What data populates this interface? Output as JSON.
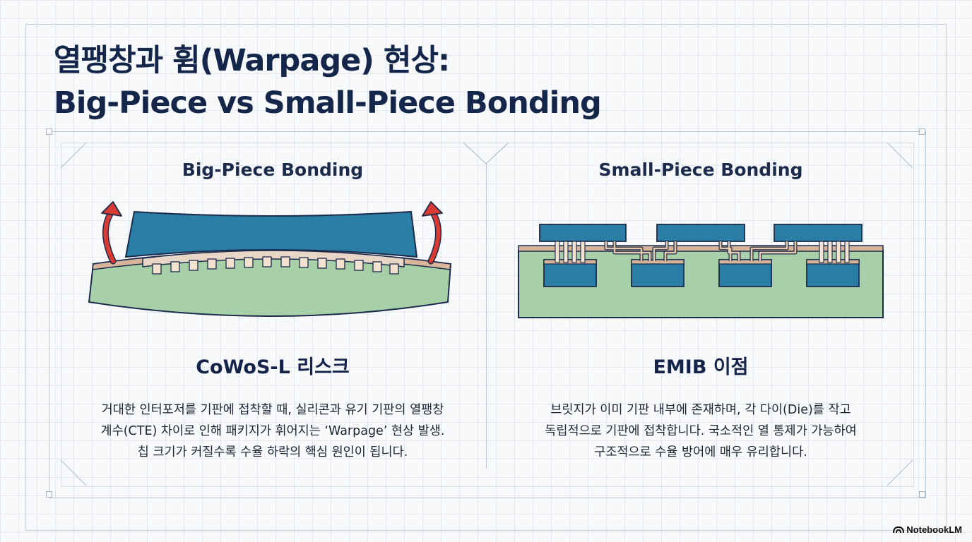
{
  "title": {
    "line1": "열팽창과 휨(Warpage) 현상:",
    "line2": "Big-Piece vs Small-Piece Bonding"
  },
  "left_panel": {
    "heading": "Big-Piece Bonding",
    "subheading": "CoWoS-L 리스크",
    "description_lines": [
      "거대한 인터포저를 기판에 접착할 때, 실리콘과 유기 기판의 열팽창",
      "계수(CTE) 차이로 인해 패키지가 휘어지는 ‘Warpage’ 현상 발생.",
      "칩 크기가 커질수록 수율 하락의 핵심 원인이 됩니다."
    ]
  },
  "right_panel": {
    "heading": "Small-Piece Bonding",
    "subheading": "EMIB 이점",
    "description_lines": [
      "브릿지가 이미 기판 내부에 존재하며, 각 다이(Die)를 작고",
      "독립적으로 기판에 접착합니다. 국소적인 열 통제가 가능하여",
      "구조적으로 수율 방어에 매우 유리합니다."
    ]
  },
  "colors": {
    "die": "#2a7ea6",
    "substrate": "#a7cfa8",
    "copper": "#c99a7a",
    "arrow": "#d93b34",
    "navy": "#1c2b4b"
  },
  "icons": [
    "warp-arrow-icon",
    "notebooklm-logo-icon"
  ],
  "brand": "NotebookLM"
}
